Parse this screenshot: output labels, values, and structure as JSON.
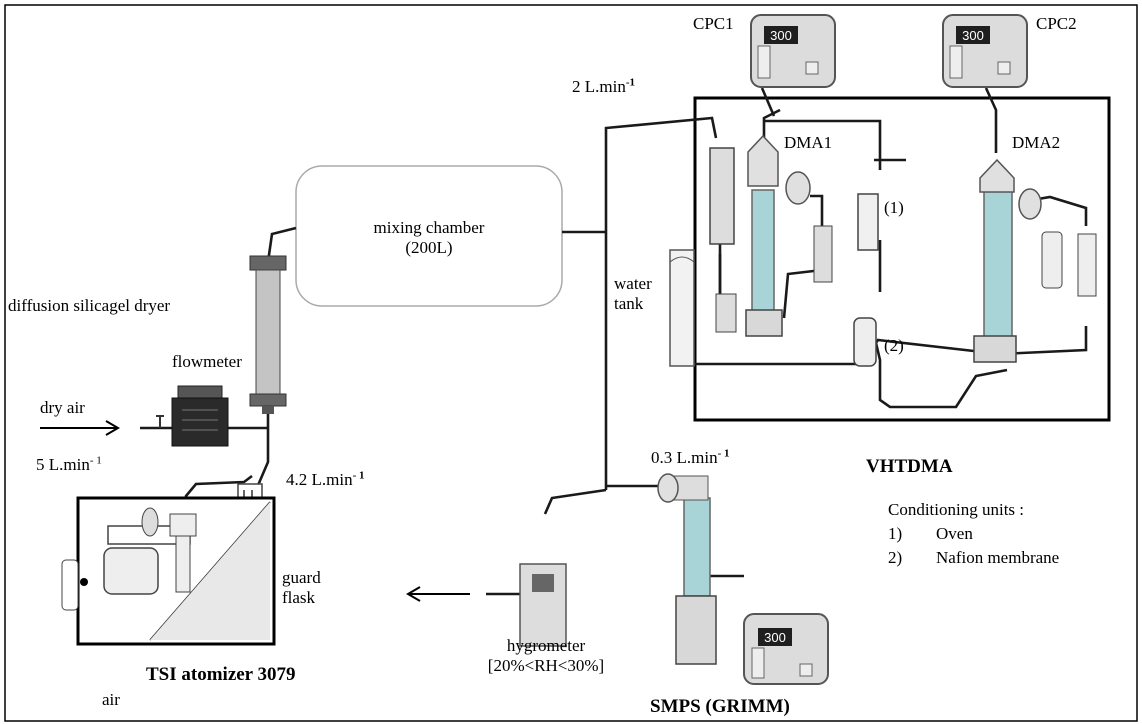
{
  "labels": {
    "cpc1": "CPC1",
    "cpc2": "CPC2",
    "flow_top": "2 L.min",
    "flow_top_exp": "-1",
    "dma1": "DMA1",
    "dma2": "DMA2",
    "oven_num": "(1)",
    "nafion_num": "(2)",
    "mixing_line1": "mixing chamber",
    "mixing_line2": "(200L)",
    "water_line1": "water",
    "water_line2": "tank",
    "dryer": "diffusion silicagel dryer",
    "flowmeter": "flowmeter",
    "dry_air": "dry air",
    "flow_in": "5 L.min",
    "flow_in_exp": "- 1",
    "flow_atomizer": "4.2 L.min",
    "flow_atomizer_exp": "- 1",
    "flow_smps": "0.3 L.min",
    "flow_smps_exp": "- 1",
    "guard_line1": "guard",
    "guard_line2": "flask",
    "atomizer": "TSI atomizer 3079",
    "air": "air",
    "hygro_line1": "hygrometer",
    "hygro_line2": "[20%<RH<30%]",
    "smps": "SMPS (GRIMM)",
    "vhtdma": "VHTDMA",
    "cond_title": "Conditioning units :",
    "cond_1_num": "1)",
    "cond_1_text": "Oven",
    "cond_2_num": "2)",
    "cond_2_text": "Nafion membrane"
  },
  "cpc_display": [
    "300",
    "300",
    "300"
  ],
  "colors": {
    "tube": "#1a1a1a",
    "column": "#a8d4d8",
    "device_body": "#dcdcdc",
    "device_frame": "#555555"
  }
}
